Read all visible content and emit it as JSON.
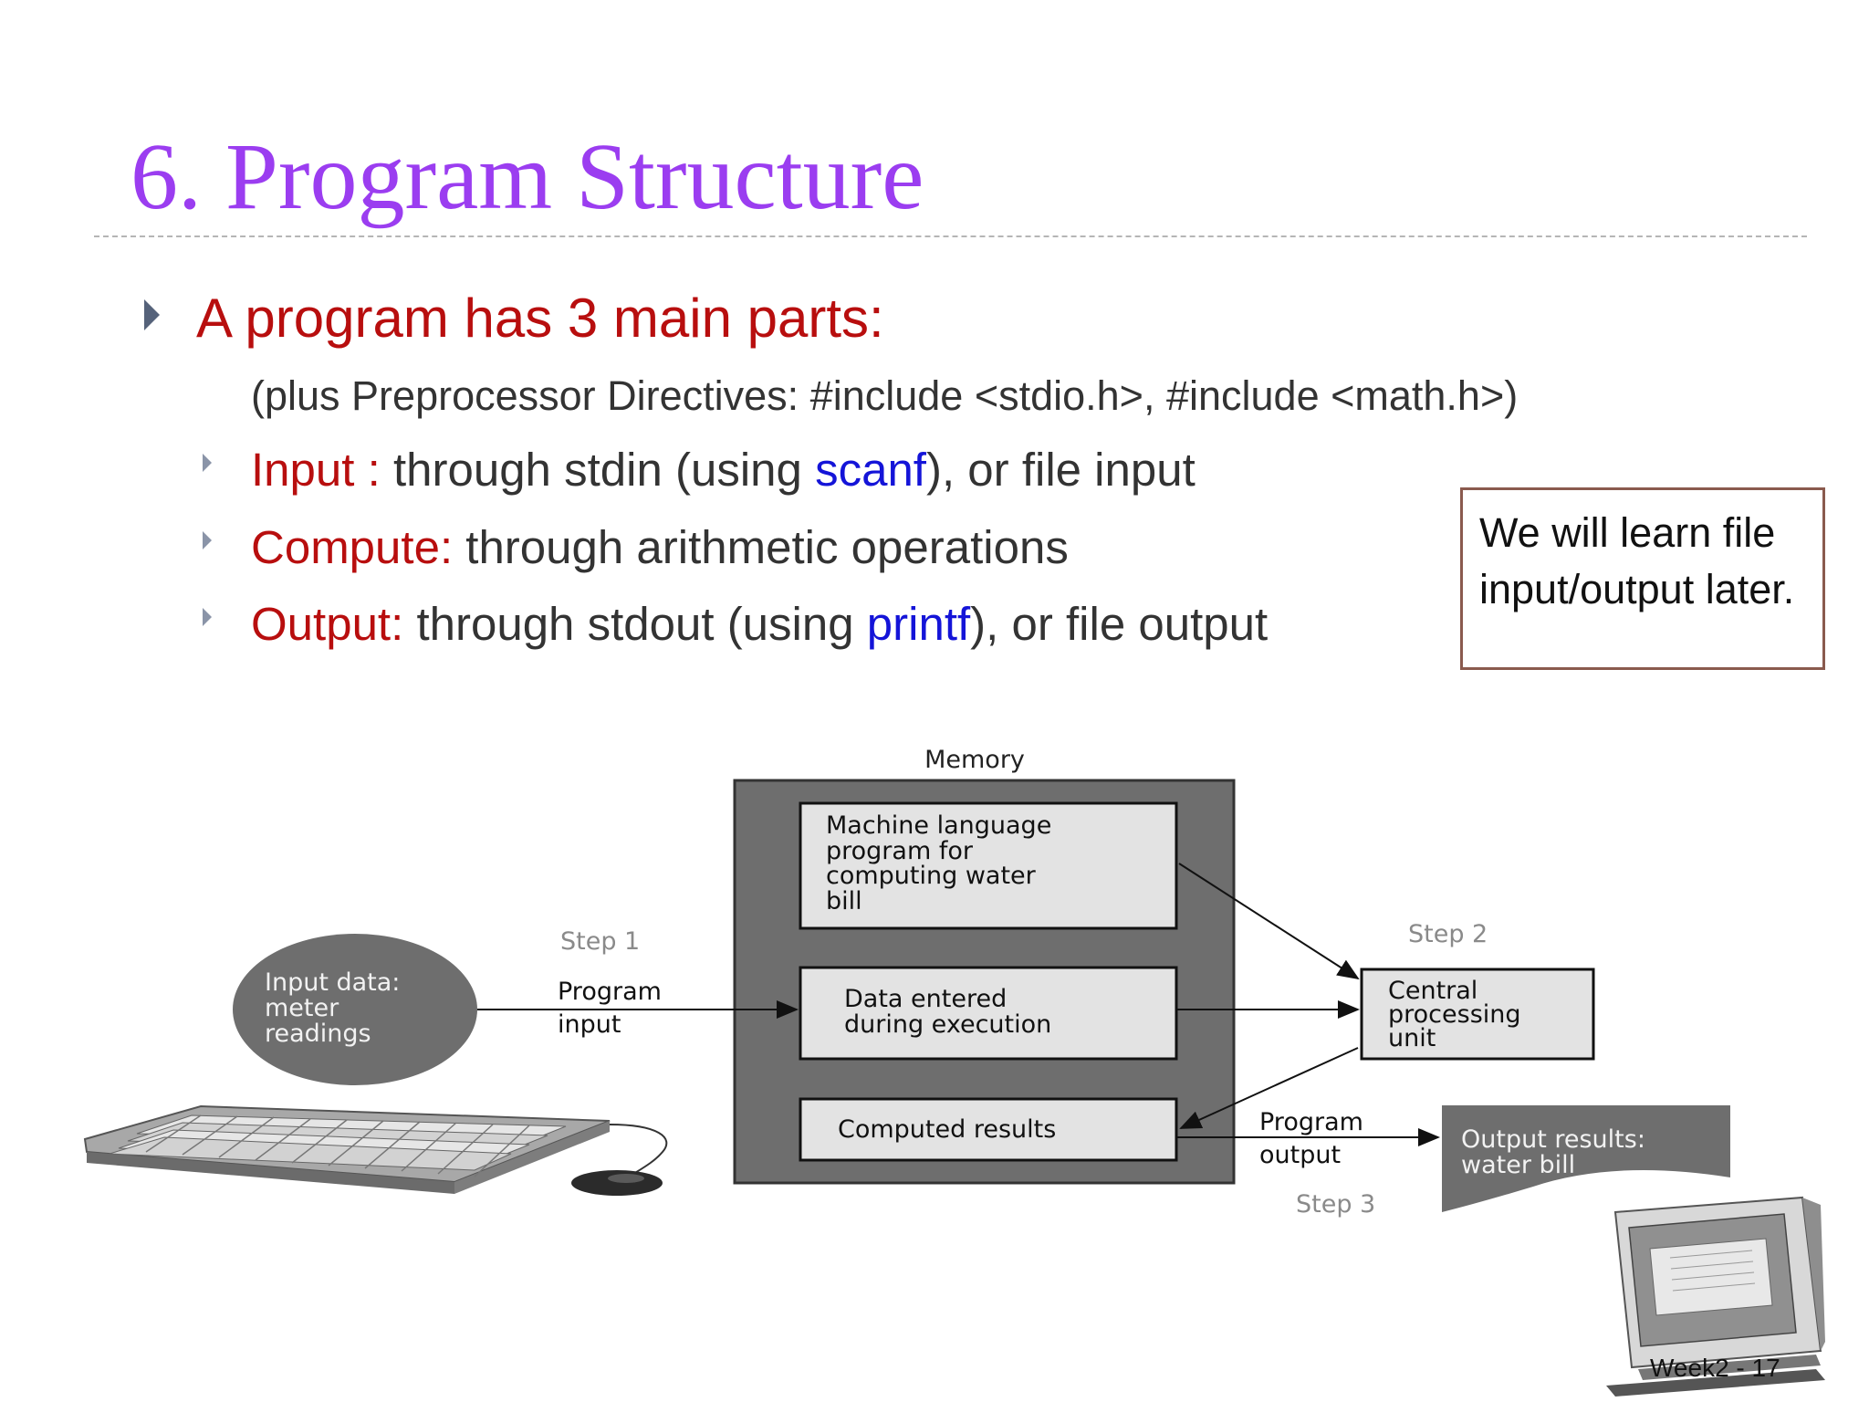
{
  "slide": {
    "title": "6. Program Structure",
    "main_bullet": "A program has 3 main parts:",
    "note": "(plus Preprocessor Directives: #include <stdio.h>, #include <math.h>)",
    "items": [
      {
        "head": "Input :",
        "text_before": " through stdin (using ",
        "fn": "scanf",
        "text_after": "), or file input"
      },
      {
        "head": "Compute:",
        "text_before": " through arithmetic operations",
        "fn": "",
        "text_after": ""
      },
      {
        "head": "Output:",
        "text_before": " through stdout (using ",
        "fn": "printf",
        "text_after": "), or file output"
      }
    ],
    "callout": "We will learn file input/output later.",
    "footer": "Week2 - 17"
  },
  "diagram": {
    "memory_label": "Memory",
    "program_box": [
      "Machine language",
      "program for",
      "computing water",
      "bill"
    ],
    "data_box": [
      "Data entered",
      "during execution"
    ],
    "results_box": "Computed results",
    "input_oval": [
      "Input data:",
      "meter",
      "readings"
    ],
    "step1": "Step 1",
    "program_input": [
      "Program",
      "input"
    ],
    "step2": "Step 2",
    "cpu_box": [
      "Central",
      "processing",
      "unit"
    ],
    "program_output": [
      "Program",
      "output"
    ],
    "step3": "Step 3",
    "output_doc": [
      "Output results:",
      "water bill"
    ]
  },
  "colors": {
    "title": "#9b3df0",
    "heading_red": "#b80e0e",
    "function_blue": "#1414d8",
    "body_text": "#333333",
    "memory_fill": "#6e6e6e",
    "box_fill": "#e3e3e3"
  }
}
